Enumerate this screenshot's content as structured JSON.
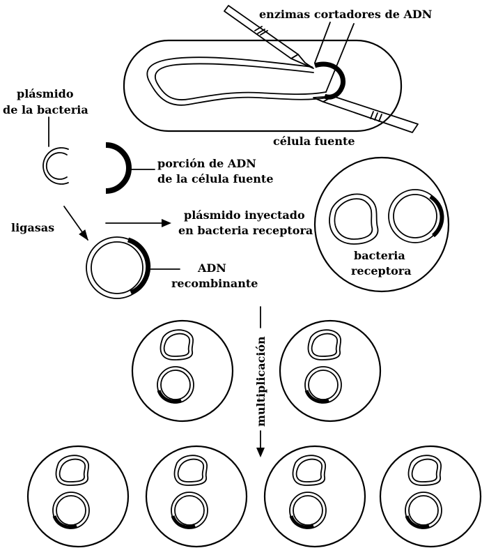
{
  "labels": {
    "enzymes": "enzimas cortadores de ADN",
    "source_cell": "célula fuente",
    "plasmid_line1": "plásmido",
    "plasmid_line2": "de la bacteria",
    "dna_portion_line1": "porción de ADN",
    "dna_portion_line2": "de la célula fuente",
    "ligases": "ligasas",
    "injected_line1": "plásmido inyectado",
    "injected_line2": "en bacteria receptora",
    "recombinant_line1": "ADN",
    "recombinant_line2": "recombinante",
    "receptor_line1": "bacteria",
    "receptor_line2": "receptora",
    "multiplication": "multiplicación"
  },
  "colors": {
    "ink": "#000000",
    "paper": "#ffffff"
  }
}
